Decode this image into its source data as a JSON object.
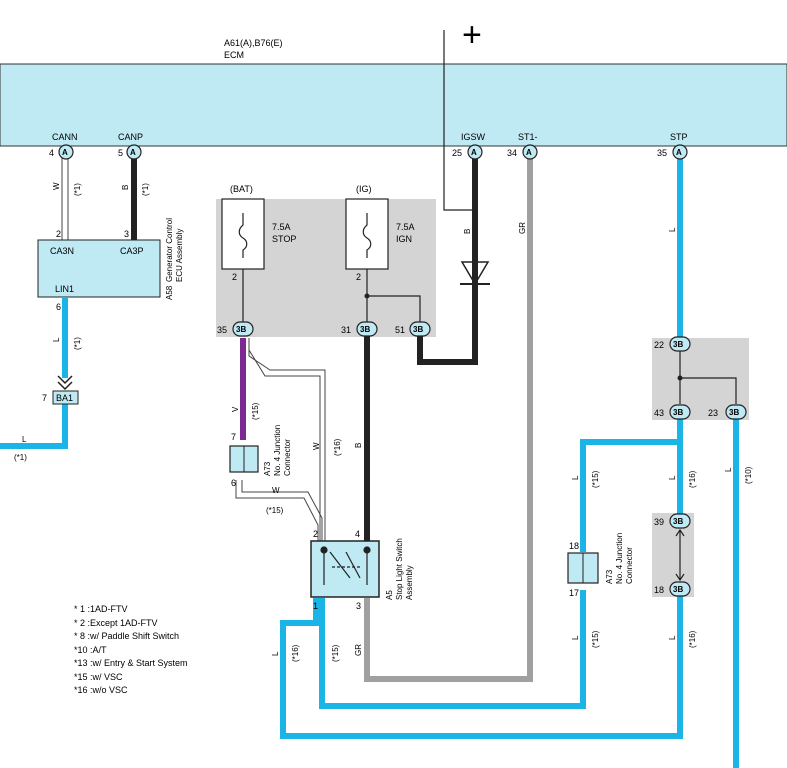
{
  "ecm": {
    "code": "A61(A),B76(E)",
    "name": "ECM",
    "power_symbol": "+",
    "terminals": [
      {
        "label": "CANN",
        "pin": "4",
        "conn": "A"
      },
      {
        "label": "CANP",
        "pin": "5",
        "conn": "A"
      },
      {
        "label": "IGSW",
        "pin": "25",
        "conn": "A"
      },
      {
        "label": "ST1-",
        "pin": "34",
        "conn": "A"
      },
      {
        "label": "STP",
        "pin": "35",
        "conn": "A"
      }
    ]
  },
  "generator_ecu": {
    "code": "A58",
    "name_line1": "Generator Control",
    "name_line2": "ECU Assembly",
    "pins": {
      "ca3n": "CA3N",
      "ca3p": "CA3P",
      "lin1": "LIN1",
      "ca3n_pin": "2",
      "ca3p_pin": "3",
      "lin1_pin": "6"
    }
  },
  "relay_box": {
    "bat": "(BAT)",
    "ig": "(IG)",
    "fuse1_rating": "7.5A",
    "fuse1_name": "STOP",
    "fuse2_rating": "7.5A",
    "fuse2_name": "IGN",
    "fuse1_pin": "2",
    "fuse2_pin": "2",
    "conn": "3B",
    "pins": [
      "35",
      "31",
      "51"
    ]
  },
  "junction_a73_left": {
    "code": "A73",
    "line1": "No. 4 Junction",
    "line2": "Connector",
    "pin_top": "7",
    "pin_bottom": "6"
  },
  "junction_a73_right": {
    "code": "A73",
    "line1": "No. 4 Junction",
    "line2": "Connector",
    "pin_top": "18",
    "pin_bottom": "17"
  },
  "stop_switch": {
    "code": "A5",
    "line1": "Stop Light Switch",
    "line2": "Assembly",
    "pins": [
      "2",
      "4",
      "1",
      "3"
    ]
  },
  "ba1": {
    "label": "BA1",
    "pin": "7"
  },
  "junction_upper": {
    "conn": "3B",
    "pins": [
      "22",
      "43",
      "23"
    ]
  },
  "junction_lower": {
    "conn": "3B",
    "pins": [
      "39",
      "18"
    ]
  },
  "wire_labels": {
    "w": "W",
    "b": "B",
    "l": "L",
    "v": "V",
    "gr": "GR",
    "n1": "(*1)",
    "n10": "(*10)",
    "n15": "(*15)",
    "n16": "(*16)"
  },
  "notes": [
    "* 1 :1AD-FTV",
    "* 2 :Except 1AD-FTV",
    "* 8 :w/ Paddle Shift Switch",
    "*10 :A/T",
    "*13 :w/ Entry & Start System",
    "*15 :w/ VSC",
    "*16 :w/o VSC"
  ],
  "colors": {
    "ecm_fill": "#bfe9f3",
    "wire_blue": "#1ab4e6",
    "wire_black": "#222222",
    "wire_gray": "#a0a0a0",
    "wire_violet": "#7a2a90",
    "gray_box": "#d4d4d4",
    "conn_fill": "#bfe9f3"
  }
}
